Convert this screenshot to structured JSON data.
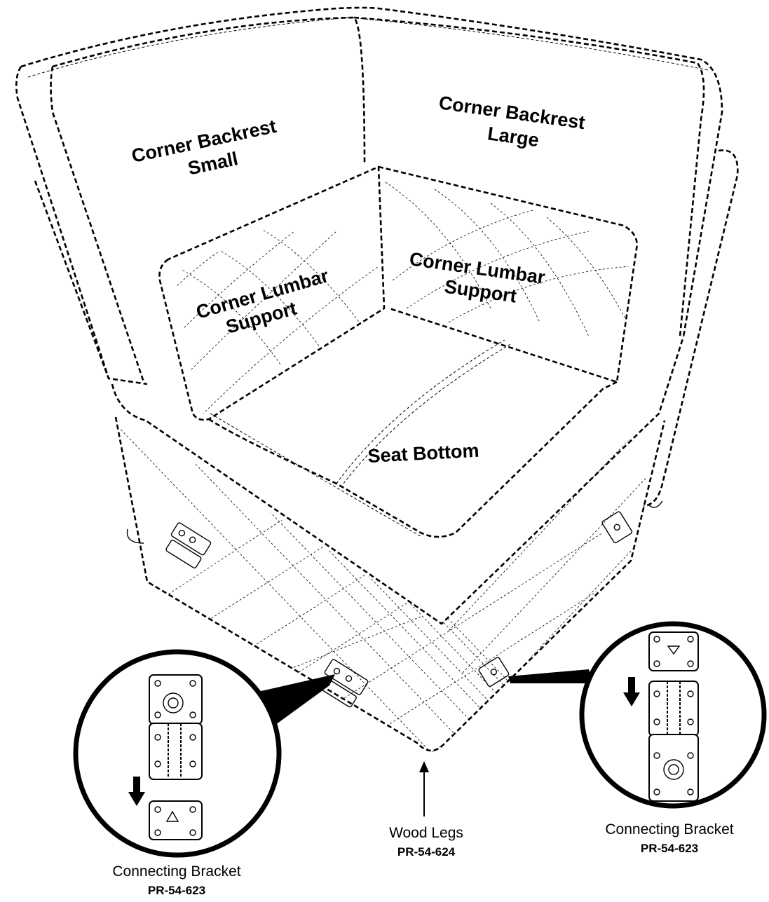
{
  "parts": {
    "backrest_small": [
      "Corner Backrest",
      "Small"
    ],
    "backrest_large": [
      "Corner Backrest",
      "Large"
    ],
    "lumbar_left": [
      "Corner Lumbar",
      "Support"
    ],
    "lumbar_right": [
      "Corner Lumbar",
      "Support"
    ],
    "seat": "Seat Bottom"
  },
  "callouts": {
    "bracket_left": {
      "name": "Connecting Bracket",
      "part_no": "PR-54-623"
    },
    "legs": {
      "name": "Wood Legs",
      "part_no": "PR-54-624"
    },
    "bracket_right": {
      "name": "Connecting Bracket",
      "part_no": "PR-54-623"
    }
  }
}
